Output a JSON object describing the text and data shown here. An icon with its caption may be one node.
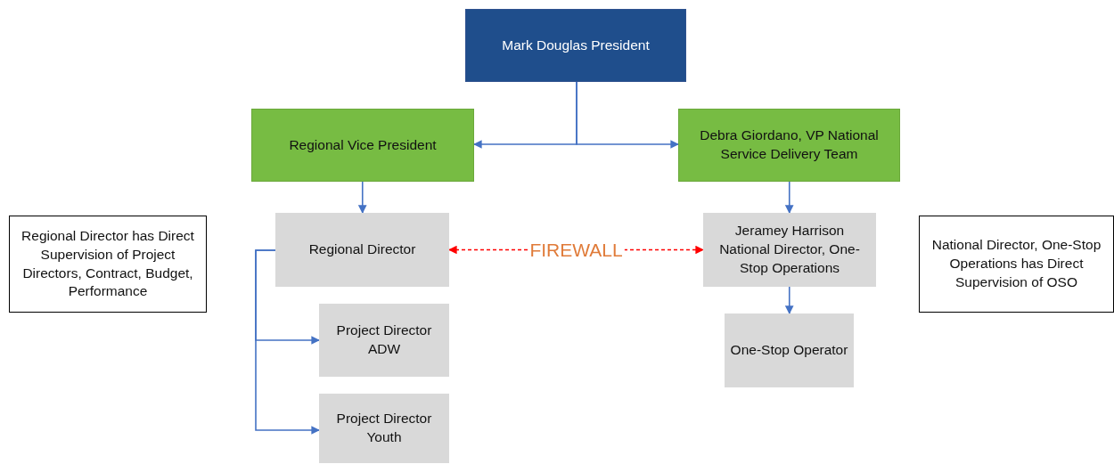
{
  "diagram": {
    "nodes": [
      {
        "text": [
          "Mark Douglas President"
        ]
      },
      {
        "text": [
          "Regional Vice President"
        ]
      },
      {
        "text": [
          "Debra Giordano, VP National Service Delivery Team"
        ]
      },
      {
        "text": [
          "Regional Director"
        ]
      },
      {
        "text": [
          "Jeramey Harrison National Director, One-Stop Operations"
        ]
      },
      {
        "text": [
          "Project Director ADW"
        ]
      },
      {
        "text": [
          "Project Director Youth"
        ]
      },
      {
        "text": [
          "One-Stop Operator"
        ]
      },
      {
        "text": [
          "Regional Director has Direct Supervision of Project Directors, Contract, Budget, Performance"
        ]
      },
      {
        "text": [
          "National Director, One-Stop Operations has Direct Supervision of OSO"
        ]
      }
    ],
    "edges": [
      {
        "from": 0,
        "to": 1,
        "arrow": "to"
      },
      {
        "from": 0,
        "to": 2,
        "arrow": "to"
      },
      {
        "from": 1,
        "to": 3,
        "arrow": "to"
      },
      {
        "from": 2,
        "to": 4,
        "arrow": "to"
      },
      {
        "from": 3,
        "to": 4,
        "arrow": "both",
        "label": "FIREWALL",
        "style": "dashed",
        "color": "#ff0000"
      },
      {
        "from": 3,
        "to": 5,
        "arrow": "to"
      },
      {
        "from": 3,
        "to": 6,
        "arrow": "to"
      },
      {
        "from": 4,
        "to": 7,
        "arrow": "to"
      }
    ]
  }
}
